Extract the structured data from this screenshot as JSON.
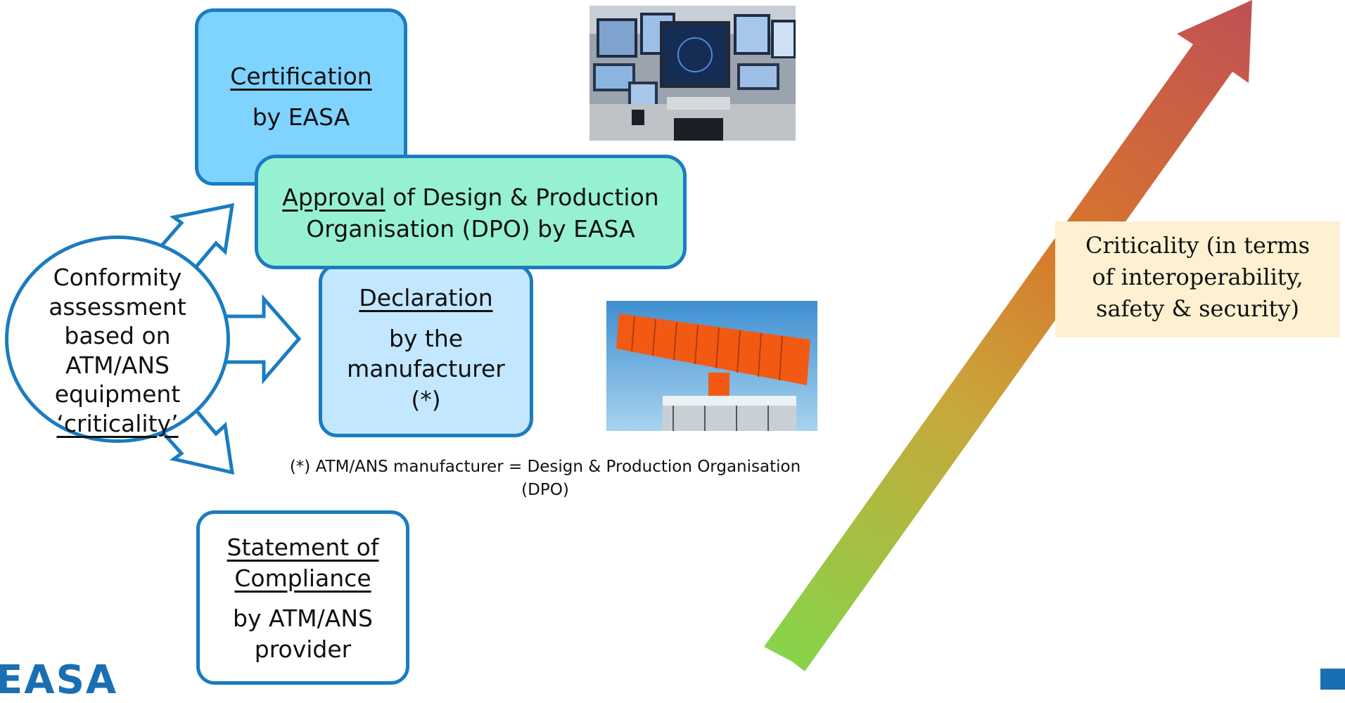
{
  "certification": {
    "title": "Certification",
    "by": "by  EASA"
  },
  "approval": {
    "title_underlined": "Approval",
    "title_rest": " of Design & Production",
    "line2": "Organisation (DPO) by  EASA"
  },
  "declaration": {
    "title": "Declaration",
    "line1": "by the",
    "line2": "manufacturer",
    "line3": "(*)"
  },
  "statement": {
    "title_line1": "Statement of",
    "title_line2": "Compliance",
    "by_line1": "by ATM/ANS",
    "by_line2": "provider"
  },
  "conformity": {
    "line1": "Conformity",
    "line2": "assessment",
    "line3": "based on",
    "line4": "ATM/ANS",
    "line5": "equipment",
    "line6": "‘criticality’"
  },
  "footnote": {
    "line1": "(*) ATM/ANS manufacturer = Design & Production Organisation",
    "line2": "(DPO)"
  },
  "criticality": {
    "line1": "Criticality (in terms",
    "line2": "of interoperability,",
    "line3": "safety & security)"
  },
  "logo": {
    "text": "EASA"
  },
  "colors": {
    "border": "#1a7cc1",
    "cert_fill": "#7fd3ff",
    "approval_fill": "#96f1d0",
    "decl_fill": "#c2e7ff",
    "arrow_start": "#7fd34a",
    "arrow_mid": "#d8772c",
    "arrow_end": "#c14f55",
    "label_fill": "#fdf1d2"
  },
  "images": {
    "control_room": "photo-control-room",
    "radar": "photo-radar-antenna"
  }
}
